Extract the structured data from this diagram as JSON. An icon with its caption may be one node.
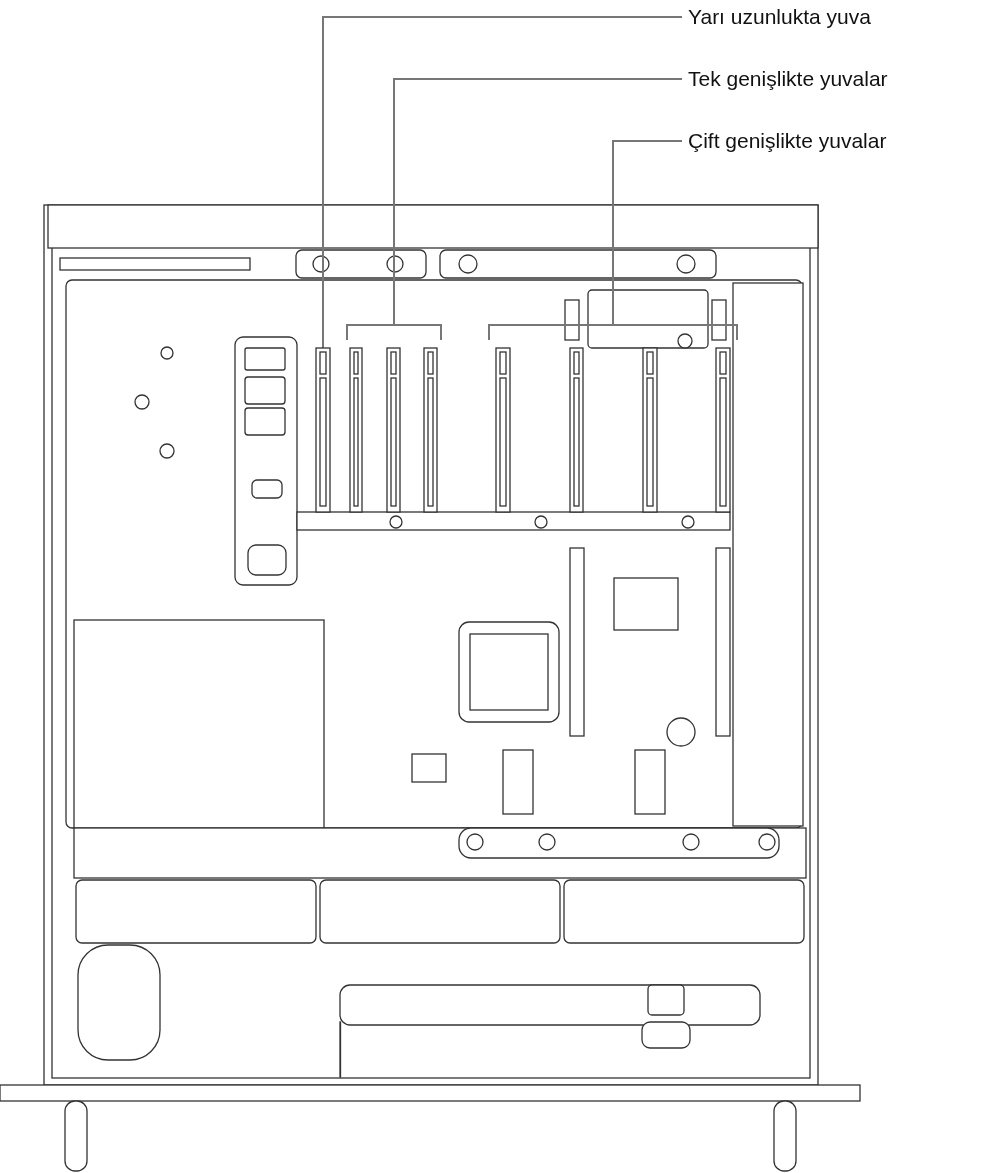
{
  "diagram": {
    "nodes": [
      {
        "text": [
          "Yarı uzunlukta yuva"
        ]
      },
      {
        "text": [
          "Tek genişlikte yuvalar"
        ]
      },
      {
        "text": [
          "Çift genişlikte yuvalar"
        ]
      },
      {
        "text": [],
        "shape": "picture"
      },
      {
        "text": [],
        "shape": "picture"
      },
      {
        "text": [],
        "shape": "picture"
      }
    ],
    "edges": [
      {
        "from": 0,
        "to": 3,
        "arrow": "none"
      },
      {
        "from": 1,
        "to": 4,
        "arrow": "none"
      },
      {
        "from": 2,
        "to": 5,
        "arrow": "none"
      }
    ]
  }
}
